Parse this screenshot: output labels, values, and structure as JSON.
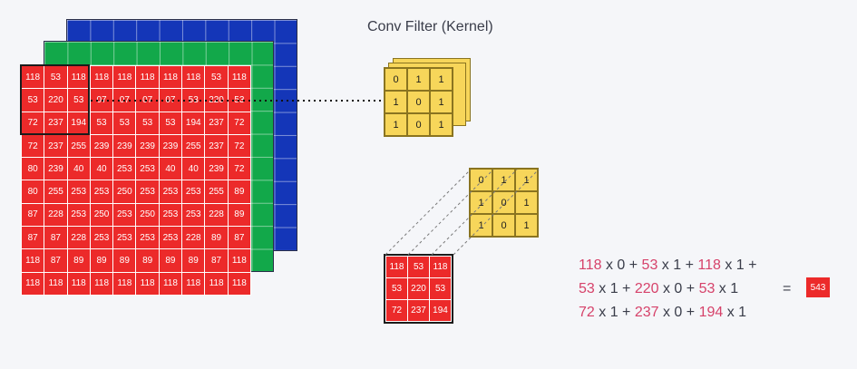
{
  "title": "Conv Filter (Kernel)",
  "input_matrix": [
    [
      "118",
      "53",
      "118",
      "118",
      "118",
      "118",
      "118",
      "118",
      "53",
      "118"
    ],
    [
      "53",
      "220",
      "53",
      "07",
      "07",
      "07",
      "07",
      "53",
      "220",
      "53"
    ],
    [
      "72",
      "237",
      "194",
      "53",
      "53",
      "53",
      "53",
      "194",
      "237",
      "72"
    ],
    [
      "72",
      "237",
      "255",
      "239",
      "239",
      "239",
      "239",
      "255",
      "237",
      "72"
    ],
    [
      "80",
      "239",
      "40",
      "40",
      "253",
      "253",
      "40",
      "40",
      "239",
      "72"
    ],
    [
      "80",
      "255",
      "253",
      "253",
      "250",
      "253",
      "253",
      "253",
      "255",
      "89"
    ],
    [
      "87",
      "228",
      "253",
      "250",
      "253",
      "250",
      "253",
      "253",
      "228",
      "89"
    ],
    [
      "87",
      "87",
      "228",
      "253",
      "253",
      "253",
      "253",
      "228",
      "89",
      "87"
    ],
    [
      "118",
      "87",
      "89",
      "89",
      "89",
      "89",
      "89",
      "89",
      "87",
      "118"
    ],
    [
      "118",
      "118",
      "118",
      "118",
      "118",
      "118",
      "118",
      "118",
      "118",
      "118"
    ]
  ],
  "kernel": [
    [
      "0",
      "1",
      "1"
    ],
    [
      "1",
      "0",
      "1"
    ],
    [
      "1",
      "0",
      "1"
    ]
  ],
  "kernel_middle": [
    [
      "0",
      "1",
      "1"
    ],
    [
      "1",
      "0",
      "1"
    ],
    [
      "1",
      "0",
      "1"
    ]
  ],
  "patch": [
    [
      "118",
      "53",
      "118"
    ],
    [
      "53",
      "220",
      "53"
    ],
    [
      "72",
      "237",
      "194"
    ]
  ],
  "equation": {
    "line1": [
      {
        "v": "118",
        "k": "0"
      },
      {
        "v": "53",
        "k": "1"
      },
      {
        "v": "118",
        "k": "1"
      }
    ],
    "line2": [
      {
        "v": "53",
        "k": "1"
      },
      {
        "v": "220",
        "k": "0"
      },
      {
        "v": "53",
        "k": "1"
      }
    ],
    "line3": [
      {
        "v": "72",
        "k": "1"
      },
      {
        "v": "237",
        "k": "0"
      },
      {
        "v": "194",
        "k": "1"
      }
    ],
    "equals": "=",
    "result": "543"
  },
  "colors": {
    "red_channel": "#ec2a2a",
    "green_channel": "#12a84a",
    "blue_channel": "#1436b8",
    "kernel": "#f7d65a",
    "pixel_value_text": "#d6426a"
  }
}
